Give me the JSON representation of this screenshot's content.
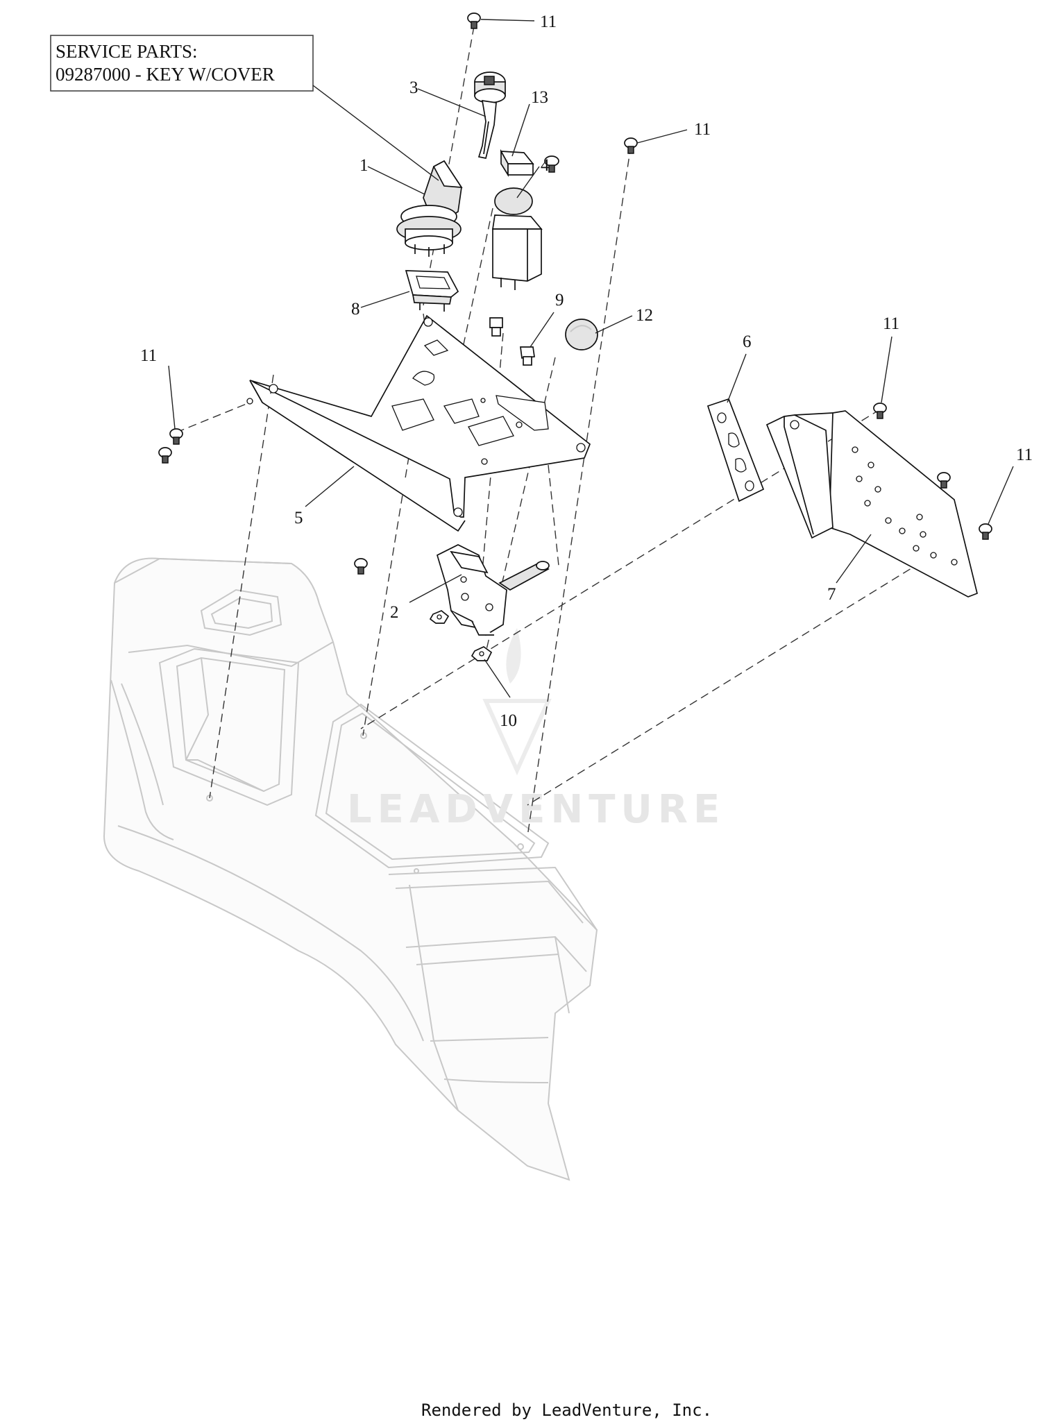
{
  "service_parts": {
    "heading": "SERVICE PARTS:",
    "line": "09287000 - KEY W/COVER"
  },
  "callouts": [
    {
      "id": "c11a",
      "text": "11"
    },
    {
      "id": "c3",
      "text": "3"
    },
    {
      "id": "c13",
      "text": "13"
    },
    {
      "id": "c11b",
      "text": "11"
    },
    {
      "id": "c1",
      "text": "1"
    },
    {
      "id": "c4",
      "text": "4"
    },
    {
      "id": "c8",
      "text": "8"
    },
    {
      "id": "c9",
      "text": "9"
    },
    {
      "id": "c12",
      "text": "12"
    },
    {
      "id": "c6",
      "text": "6"
    },
    {
      "id": "c11c",
      "text": "11"
    },
    {
      "id": "c11d",
      "text": "11"
    },
    {
      "id": "c11e",
      "text": "11"
    },
    {
      "id": "c5",
      "text": "5"
    },
    {
      "id": "c7",
      "text": "7"
    },
    {
      "id": "c2",
      "text": "2"
    },
    {
      "id": "c10",
      "text": "10"
    }
  ],
  "watermark": "LEADVENTURE",
  "footer": "Rendered by LeadVenture, Inc."
}
